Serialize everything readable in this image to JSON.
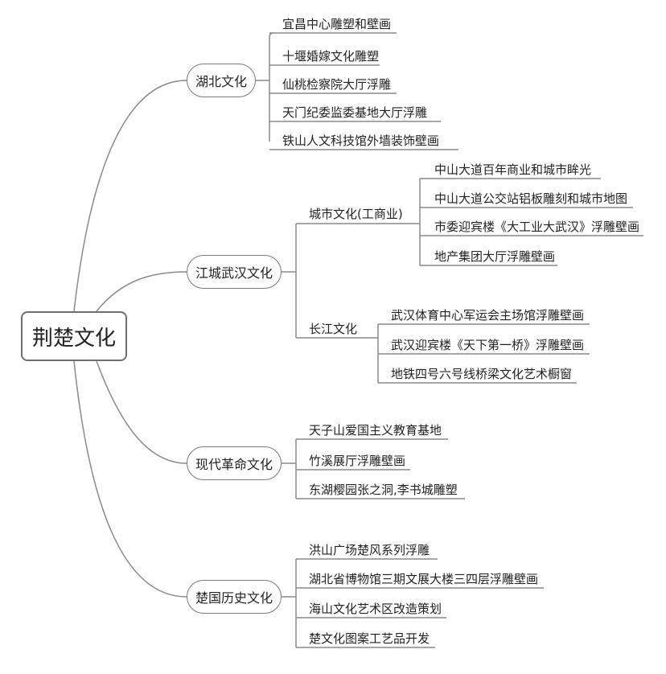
{
  "root": "荆楚文化",
  "branches": [
    {
      "label": "湖北文化",
      "items": [
        "宜昌中心雕塑和壁画",
        "十堰婚嫁文化雕塑",
        "仙桃检察院大厅浮雕",
        "天门纪委监委基地大厅浮雕",
        "铁山人文科技馆外墙装饰壁画"
      ]
    },
    {
      "label": "江城武汉文化",
      "subgroups": [
        {
          "label": "城市文化(工商业)",
          "items": [
            "中山大道百年商业和城市眸光",
            "中山大道公交站铝板雕刻和城市地图",
            "市委迎宾楼《大工业大武汉》浮雕壁画",
            "地产集团大厅浮雕壁画"
          ]
        },
        {
          "label": "长江文化",
          "items": [
            "武汉体育中心军运会主场馆浮雕壁画",
            "武汉迎宾楼《天下第一桥》浮雕壁画",
            "地铁四号六号线桥梁文化艺术橱窗"
          ]
        }
      ]
    },
    {
      "label": "现代革命文化",
      "items": [
        "天子山爱国主义教育基地",
        "竹溪展厅浮雕壁画",
        "东湖樱园张之洞,李书城雕塑"
      ]
    },
    {
      "label": "楚国历史文化",
      "items": [
        "洪山广场楚风系列浮雕",
        "湖北省博物馆三期文展大楼三四层浮雕壁画",
        "海山文化艺术区改造策划",
        "楚文化图案工艺品开发"
      ]
    }
  ]
}
